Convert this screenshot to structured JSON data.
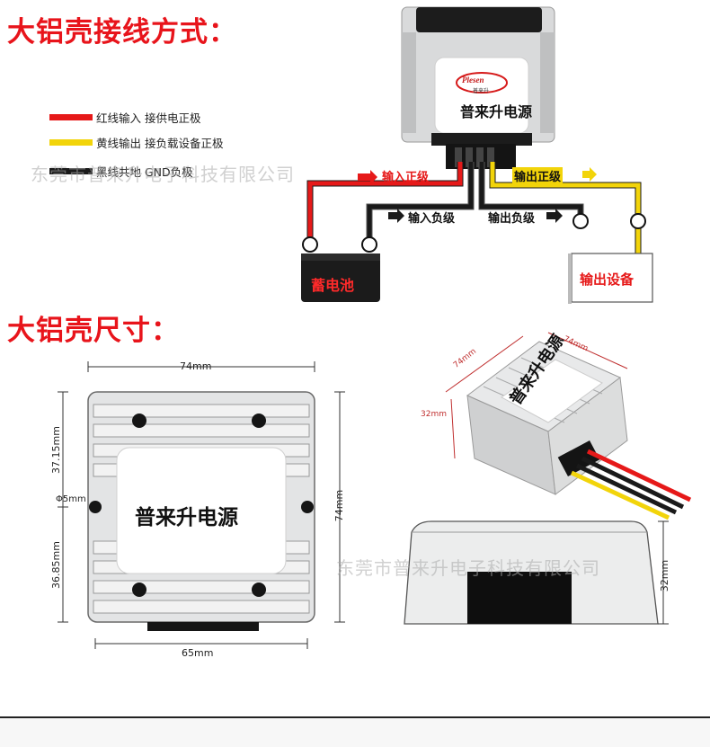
{
  "section1_title": "大铝壳接线方式：",
  "section2_title": "大铝壳尺寸：",
  "legend": [
    {
      "color": "#e61919",
      "text": "红线输入 接供电正极"
    },
    {
      "color": "#f2d40a",
      "text": "黄线输出 接负载设备正极"
    },
    {
      "color": "#1a1a1a",
      "text": "黑线共地 GND负极"
    }
  ],
  "brand_name": "普来升电源",
  "logo_text": "Plesen",
  "logo_sub": "普来升",
  "watermark": "东莞市普来升电子科技有限公司",
  "wiring": {
    "input_positive": "输入正级",
    "output_positive": "输出正级",
    "input_negative": "输入负级",
    "output_negative": "输出负级",
    "battery": "蓄电池",
    "output_device": "输出设备",
    "plus": "+",
    "minus": "−"
  },
  "dims": {
    "width_top": "74mm",
    "height_right": "74mm",
    "upper_height": "37.15mm",
    "lower_height": "36.85mm",
    "hole": "Φ5mm",
    "bottom_width": "65mm",
    "iso_a": "74mm",
    "iso_b": "74mm",
    "iso_h": "32mm",
    "side_h": "32mm"
  },
  "colors": {
    "red": "#e61919",
    "yellow": "#f2d40a",
    "black": "#1a1a1a",
    "title_red": "#e8141b"
  }
}
